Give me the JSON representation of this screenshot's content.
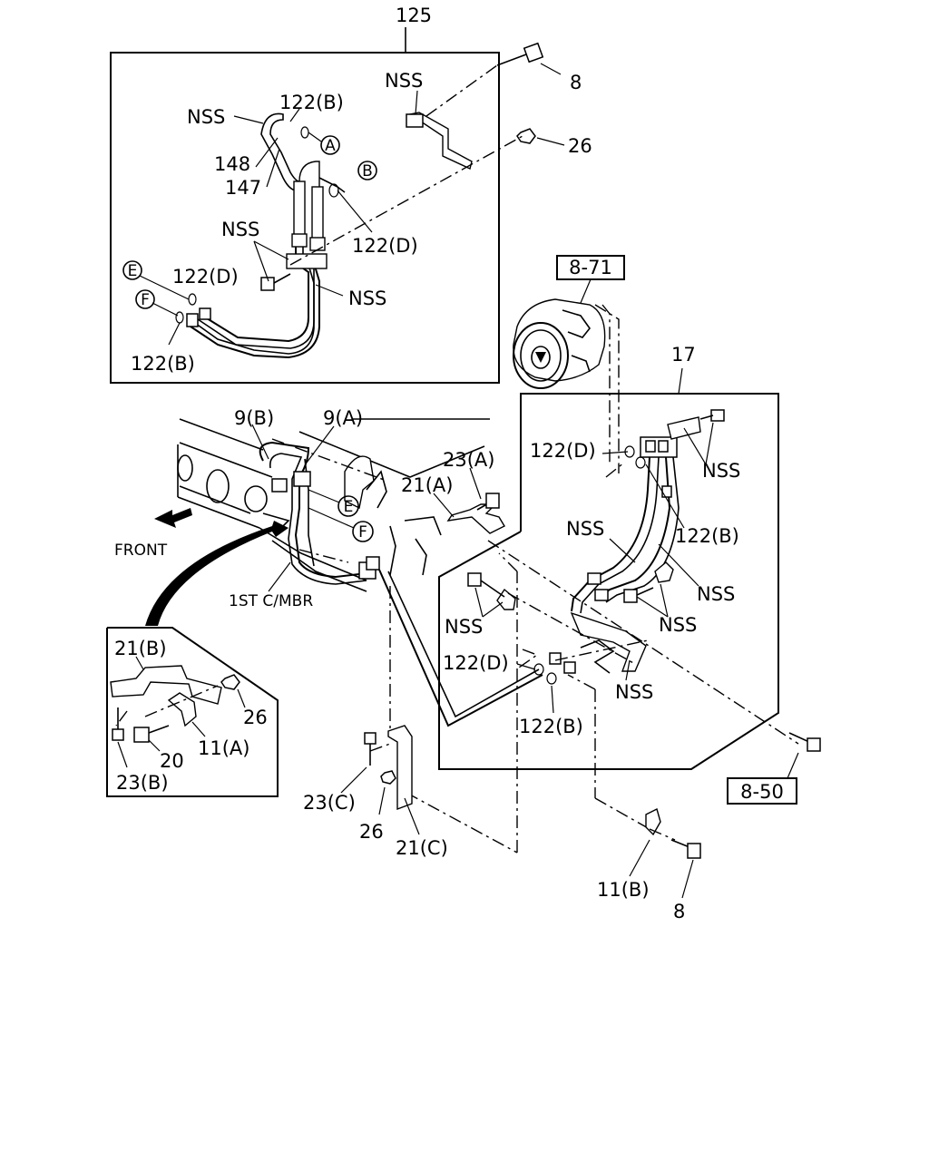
{
  "diagram": {
    "labels": {
      "assy_125": "125",
      "bolt_8_top": "8",
      "nss_top": "NSS",
      "nut_26_top": "26",
      "nss_upper_left": "NSS",
      "oring_122b_top": "122(B)",
      "p148": "148",
      "p147": "147",
      "nss_mid_left": "NSS",
      "oring_122d_mid": "122(D)",
      "oring_122d_left": "122(D)",
      "nss_right_inset": "NSS",
      "oring_122b_left": "122(B)",
      "ref_8_71": "8-71",
      "assy_17": "17",
      "oring_122d_comp": "122(D)",
      "nss_comp_bracket": "NSS",
      "oring_122b_comp": "122(B)",
      "nss_hose_upper": "NSS",
      "nss_hose_right": "NSS",
      "nss_clip_right": "NSS",
      "nss_bracket_lower": "NSS",
      "nss_clip_left": "NSS",
      "oring_122d_low": "122(D)",
      "oring_122b_low": "122(B)",
      "hose_9b": "9(B)",
      "hose_9a": "9(A)",
      "bracket_21a": "21(A)",
      "bolt_23a": "23(A)",
      "front": "FRONT",
      "first_cmbr": "1ST C/MBR",
      "bracket_21b": "21(B)",
      "nut_26_detail": "26",
      "clip_11a": "11(A)",
      "bolt_20": "20",
      "bolt_23b": "23(B)",
      "bolt_23c": "23(C)",
      "nut_26_low": "26",
      "bracket_21c": "21(C)",
      "ref_8_50": "8-50",
      "clip_11b": "11(B)",
      "bolt_8_low": "8"
    },
    "connectors": {
      "a_upper": "A",
      "b_upper": "B",
      "e_left": "E",
      "f_left": "F",
      "e_frame": "E",
      "f_frame": "F"
    }
  }
}
